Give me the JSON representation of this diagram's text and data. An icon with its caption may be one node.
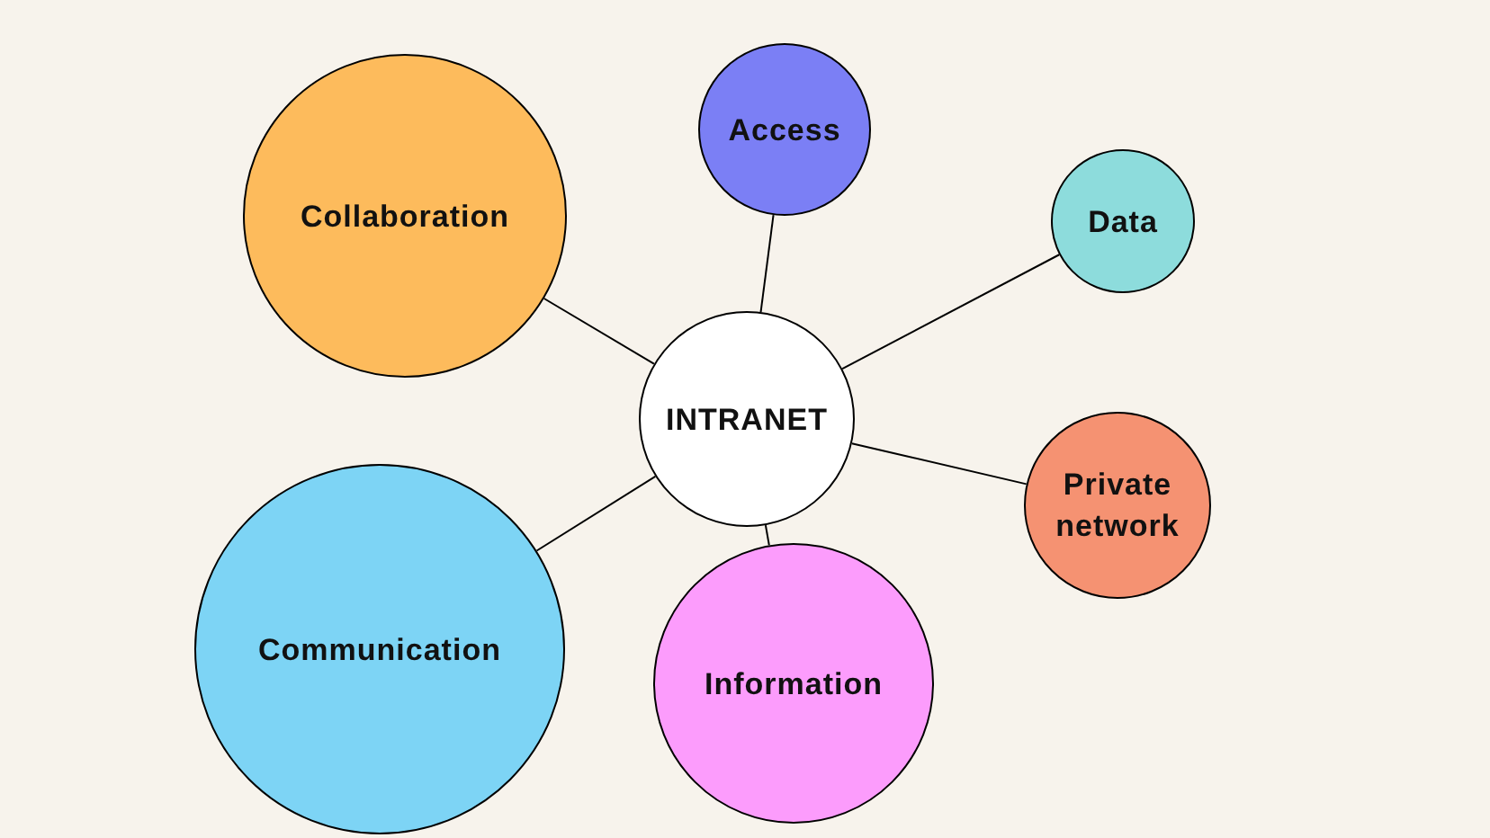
{
  "diagram": {
    "nodes": [
      {
        "text": [
          "INTRANET"
        ]
      },
      {
        "text": [
          "Collaboration"
        ]
      },
      {
        "text": [
          "Access"
        ]
      },
      {
        "text": [
          "Data"
        ]
      },
      {
        "text": [
          "Private network"
        ]
      },
      {
        "text": [
          "Communication"
        ]
      },
      {
        "text": [
          "Information"
        ]
      }
    ],
    "edges": [
      {
        "from": 0,
        "to": 1,
        "arrow": "none"
      },
      {
        "from": 0,
        "to": 2,
        "arrow": "none"
      },
      {
        "from": 0,
        "to": 3,
        "arrow": "none"
      },
      {
        "from": 0,
        "to": 4,
        "arrow": "none"
      },
      {
        "from": 0,
        "to": 5,
        "arrow": "none"
      },
      {
        "from": 0,
        "to": 6,
        "arrow": "none"
      }
    ]
  }
}
